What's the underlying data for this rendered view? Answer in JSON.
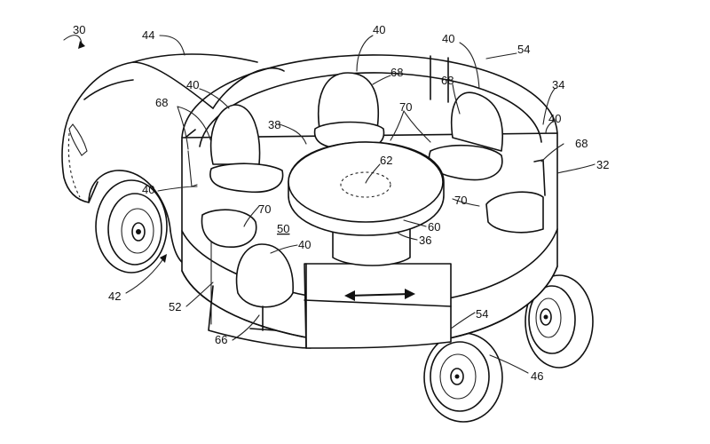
{
  "reference_numerals": {
    "figure": "30",
    "vehicle": "44",
    "seat_top_center": "40",
    "seat_top_right": "40",
    "enclosure_seam_top": "54",
    "enclosure_edge": "34",
    "seat_left_top": "40",
    "arm_left": "68",
    "arm_top_center": "68",
    "arm_top_right": "68",
    "arm_right": "68",
    "seat_right": "40",
    "seat_left_lower": "40",
    "table_post": "38",
    "table_arm": "70",
    "table_arm_left": "70",
    "table_arm_right": "70",
    "table_center": "62",
    "enclosure_right": "32",
    "cabin_floor": "50",
    "seat_front": "40",
    "table_base": "60",
    "table_stem": "36",
    "front_assembly": "42",
    "enclosure_bottom_seam": "52",
    "seam_bottom": "54",
    "seat_support": "66",
    "rear_wheel": "46"
  },
  "colors": {
    "line": "#111111",
    "background": "#ffffff"
  },
  "icons": {
    "slide_arrow": "double-arrow-icon"
  }
}
